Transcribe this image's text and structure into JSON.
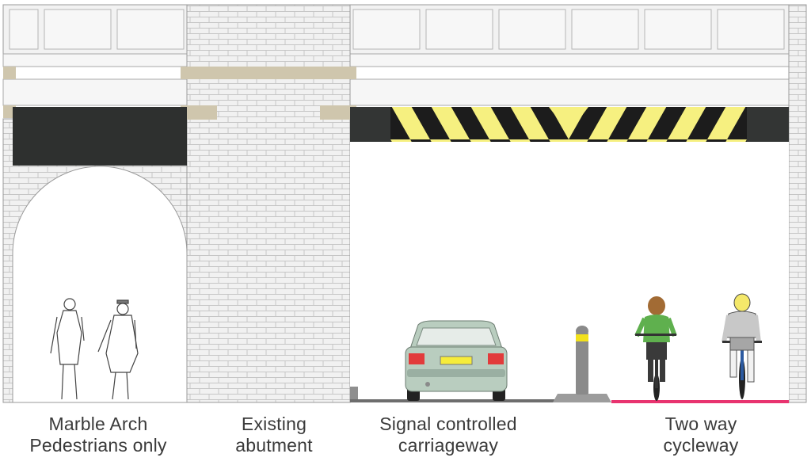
{
  "captions": {
    "pedestrians": {
      "line1": "Marble Arch",
      "line2": "Pedestrians only"
    },
    "abutment": {
      "line1": "Existing",
      "line2": "abutment"
    },
    "carriageway": {
      "line1": "Signal controlled",
      "line2": "carriageway"
    },
    "cycleway": {
      "line1": "Two way",
      "line2": "cycleway"
    }
  },
  "colors": {
    "brick_fill": "#f1f1f1",
    "brick_mortar": "#c9c9c9",
    "dark_band": "#2e302f",
    "hazard_yellow": "#f6f080",
    "hazard_black": "#1c1c1c",
    "stone_cap": "#cfc6ad",
    "cycle_lane": "#e8336f",
    "car_body": "#b9cdbf",
    "cyclist_top": "#5fb04e"
  },
  "icons": [
    "pedestrian-figure",
    "car",
    "bollard",
    "cyclist"
  ]
}
